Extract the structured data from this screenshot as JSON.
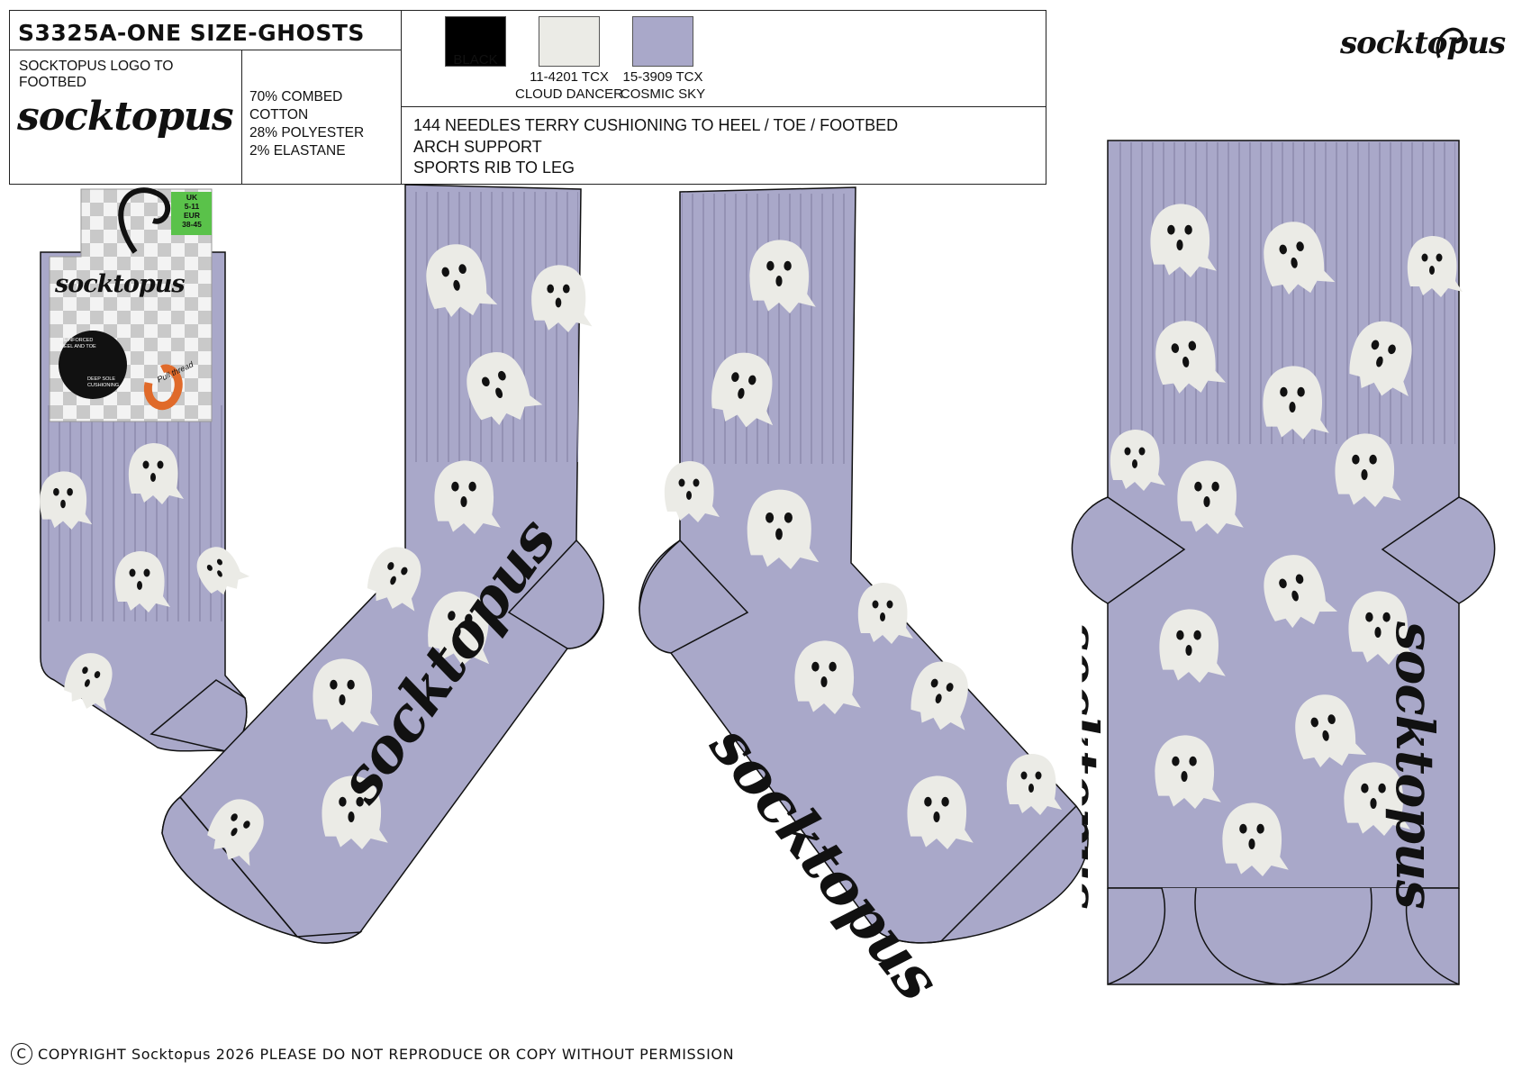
{
  "spec": {
    "title": "S3325A-ONE SIZE-GHOSTS",
    "logo_note": "SOCKTOPUS LOGO TO FOOTBED",
    "logo_text": "socktopus",
    "materials": [
      "70% COMBED COTTON",
      "28% POLYESTER",
      "2% ELASTANE"
    ],
    "colors": [
      {
        "hex": "#000000",
        "code": "",
        "name": "BLACK"
      },
      {
        "hex": "#ebebe6",
        "code": "11-4201 TCX",
        "name": "CLOUD DANCER"
      },
      {
        "hex": "#a9a8c9",
        "code": "15-3909 TCX",
        "name": "COSMIC SKY"
      }
    ],
    "construction": [
      "144 NEEDLES TERRY CUSHIONING TO HEEL / TOE / FOOTBED",
      "ARCH SUPPORT",
      "SPORTS RIB TO LEG"
    ]
  },
  "brand_logo": "socktopus",
  "label_card": {
    "brand": "socktopus",
    "size_lines": [
      "UK",
      "5-11",
      "EUR",
      "38-45"
    ],
    "feature_1": "REINFORCED HEEL AND TOE",
    "feature_2": "DEEP SOLE CUSHIONING",
    "pull_thread": "Pull thread"
  },
  "footbed_logo": "socktopus",
  "copyright": "COPYRIGHT Socktopus 2026 PLEASE DO NOT REPRODUCE OR COPY WITHOUT PERMISSION",
  "copyright_symbol": "C",
  "palette": {
    "sock": "#a9a8c9",
    "ghost": "#ebebe6",
    "outline": "#111111",
    "rib": "#8e8daf",
    "size_badge": "#5ac24a"
  }
}
